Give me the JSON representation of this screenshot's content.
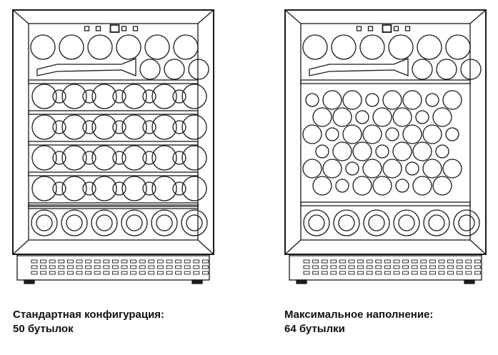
{
  "fridges": [
    {
      "id": "standard",
      "caption_line1": "Стандартная конфигурация:",
      "caption_line2": "50 бутылок"
    },
    {
      "id": "maximum",
      "caption_line1": "Максимальное наполнение:",
      "caption_line2": "64 бутылки"
    }
  ]
}
